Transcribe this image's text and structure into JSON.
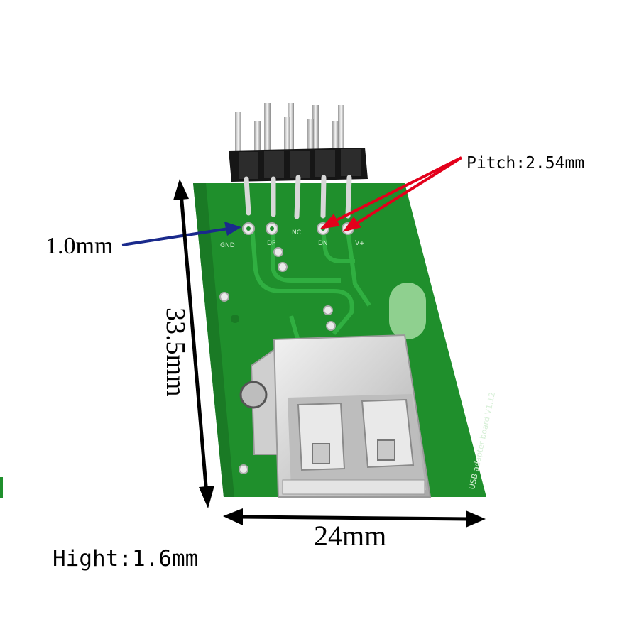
{
  "annotations": {
    "pitch": "Pitch:2.54mm",
    "hole_diameter": "1.0mm",
    "board_length": "33.5mm",
    "board_width": "24mm",
    "board_height": "Hight:1.6mm"
  },
  "silkscreen": {
    "pin_labels": [
      "GND",
      "DP",
      "NC",
      "DN",
      "V+"
    ],
    "board_name": "USB adapter board V1.12"
  },
  "colors": {
    "pcb_green": "#1f8f2c",
    "pcb_trace": "#2aa83a",
    "arrow_red": "#e3001b",
    "arrow_blue": "#1a2a8c",
    "dimension_black": "#000000",
    "usb_metal": "#d8d8d8"
  }
}
